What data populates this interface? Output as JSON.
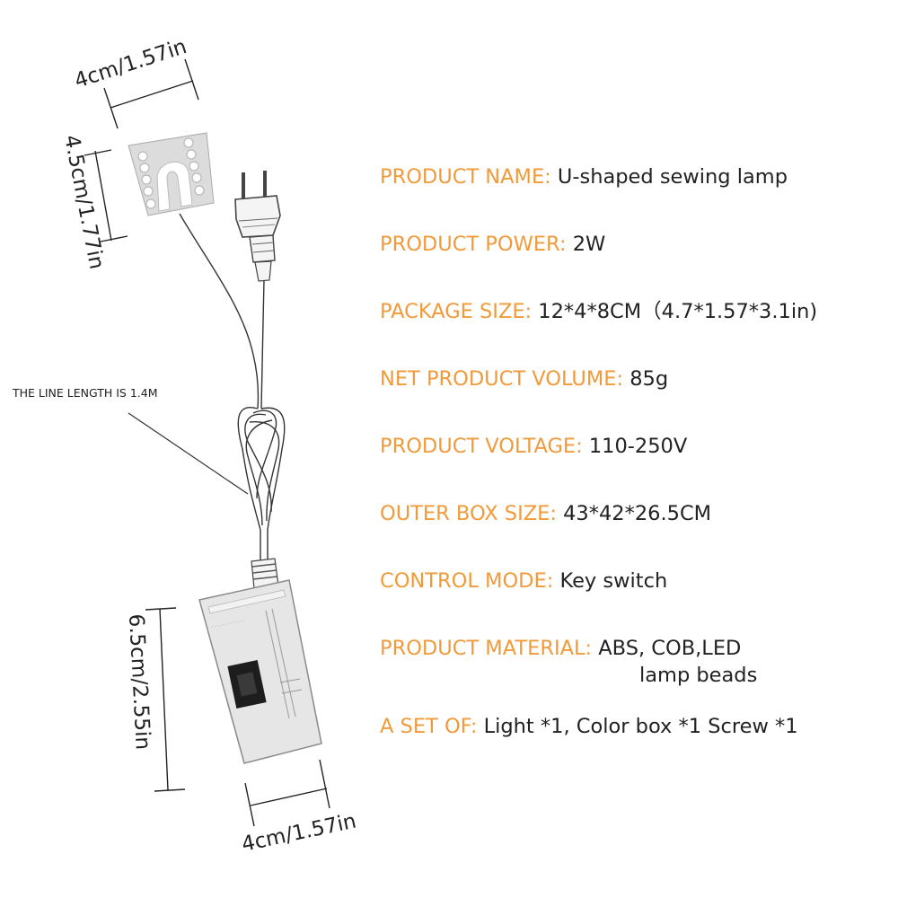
{
  "dimensions": {
    "lamp_width": "4cm/1.57in",
    "lamp_height": "4.5cm/1.77in",
    "box_height": "6.5cm/2.55in",
    "box_width": "4cm/1.57in"
  },
  "line_note": "THE LINE LENGTH IS 1.4M",
  "specs": {
    "product_name": {
      "label": "PRODUCT NAME:",
      "value": "U-shaped sewing lamp"
    },
    "product_power": {
      "label": "PRODUCT POWER:",
      "value": "2W"
    },
    "package_size": {
      "label": "PACKAGE SIZE:",
      "value": "12*4*8CM（4.7*1.57*3.1in)"
    },
    "net_volume": {
      "label": "NET PRODUCT VOLUME:",
      "value": "85g"
    },
    "voltage": {
      "label": "PRODUCT VOLTAGE:",
      "value": "110-250V"
    },
    "outer_box": {
      "label": "OUTER BOX SIZE:",
      "value": "43*42*26.5CM"
    },
    "control_mode": {
      "label": "CONTROL MODE:",
      "value": "Key switch"
    },
    "material": {
      "label": "PRODUCT MATERIAL:",
      "value_line1": "ABS, COB,LED",
      "value_line2": "lamp beads"
    },
    "set_of": {
      "label": "A SET OF:",
      "value": "Light *1, Color box *1 Screw *1"
    }
  },
  "colors": {
    "label": "#F29A3A",
    "text": "#222222"
  }
}
